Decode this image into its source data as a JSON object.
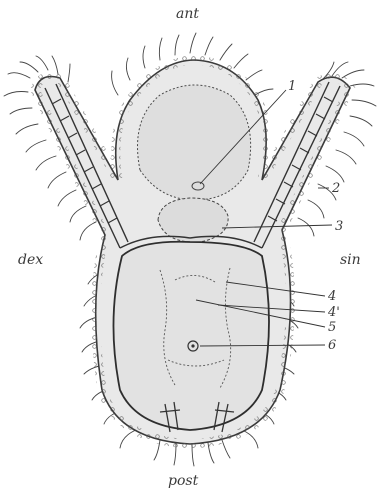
{
  "orientation": {
    "anterior": "ant",
    "posterior": "post",
    "dexter": "dex",
    "sinister": "sin"
  },
  "callouts": [
    {
      "id": "1",
      "label": "1"
    },
    {
      "id": "2",
      "label": "2"
    },
    {
      "id": "3",
      "label": "3"
    },
    {
      "id": "4",
      "label": "4"
    },
    {
      "id": "4prime",
      "label": "4'"
    },
    {
      "id": "5",
      "label": "5"
    },
    {
      "id": "6",
      "label": "6"
    }
  ],
  "colors": {
    "ink": "#3a3a3a",
    "fill": "#e6e6e6",
    "background": "#ffffff"
  }
}
